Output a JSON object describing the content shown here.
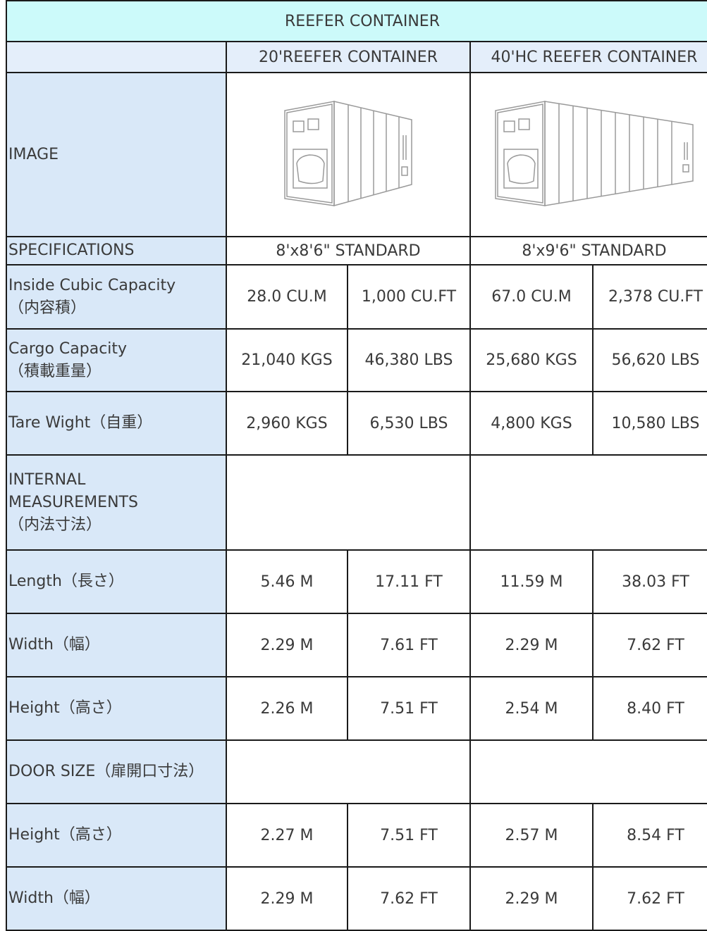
{
  "title": "REEFER CONTAINER",
  "columns": {
    "c20": "20'REEFER CONTAINER",
    "c40": "40'HC REEFER CONTAINER"
  },
  "image_row": {
    "label": "IMAGE"
  },
  "specifications": {
    "label": "SPECIFICATIONS",
    "c20": "8'x8'6\" STANDARD",
    "c40": "8'x9'6\" STANDARD"
  },
  "inside_cubic": {
    "label": "Inside Cubic Capacity",
    "sub": "（内容積）",
    "values": [
      "28.0 CU.M",
      "1,000 CU.FT",
      "67.0 CU.M",
      "2,378 CU.FT"
    ]
  },
  "cargo_capacity": {
    "label": "Cargo Capacity",
    "sub": "（積載重量）",
    "values": [
      "21,040 KGS",
      "46,380 LBS",
      "25,680 KGS",
      "56,620 LBS"
    ]
  },
  "tare_weight": {
    "label": "Tare Wight（自重）",
    "values": [
      "2,960 KGS",
      "6,530 LBS",
      "4,800 KGS",
      "10,580 LBS"
    ]
  },
  "internal_measurements": {
    "label_line1": "INTERNAL",
    "label_line2": "MEASUREMENTS",
    "sub": "（内法寸法）"
  },
  "length": {
    "label": "Length（長さ）",
    "values": [
      "5.46 M",
      "17.11 FT",
      "11.59 M",
      "38.03 FT"
    ]
  },
  "width_int": {
    "label": "Width（幅）",
    "values": [
      "2.29 M",
      "7.61 FT",
      "2.29 M",
      "7.62 FT"
    ]
  },
  "height_int": {
    "label": "Height（高さ）",
    "values": [
      "2.26 M",
      "7.51 FT",
      "2.54 M",
      "8.40 FT"
    ]
  },
  "door_size": {
    "label": "DOOR SIZE（扉開口寸法）"
  },
  "door_height": {
    "label": "Height（高さ）",
    "values": [
      "2.27 M",
      "7.51 FT",
      "2.57 M",
      "8.54 FT"
    ]
  },
  "door_width": {
    "label": "Width（幅）",
    "values": [
      "2.29 M",
      "7.62 FT",
      "2.29 M",
      "7.62 FT"
    ]
  }
}
